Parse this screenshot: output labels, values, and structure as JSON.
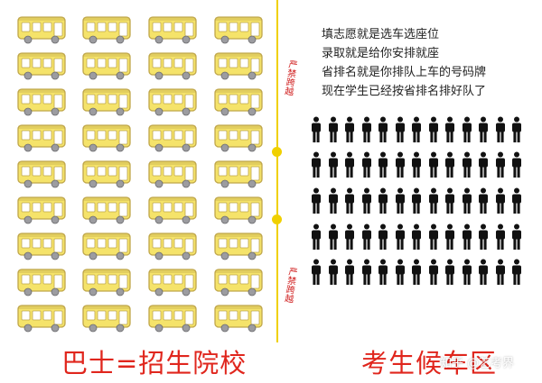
{
  "info_text": [
    "填志愿就是选车选座位",
    "录取就是给你安排就座",
    "省排名就是你排队上车的号码牌",
    "现在学生已经按省排名排好队了"
  ],
  "left_caption": "巴士=招生院校",
  "right_caption": "考生候车区",
  "divider_labels": [
    "严禁跨越",
    "严禁跨越"
  ],
  "watermark": "知乎 @艺考界",
  "grid": {
    "bus_columns": 4,
    "bus_rows": 9,
    "person_columns": 13,
    "person_rows": 5
  },
  "colors": {
    "bus_body": "#f5e36a",
    "bus_outline": "#bfa64a",
    "bus_window": "#ffffff",
    "wheel": "#9c9ca0",
    "person": "#111111",
    "divider": "#f0d000",
    "caption": "#e0261d",
    "label": "#d01f1f"
  },
  "icons": {
    "bus": "bus-icon",
    "person": "person-icon"
  }
}
